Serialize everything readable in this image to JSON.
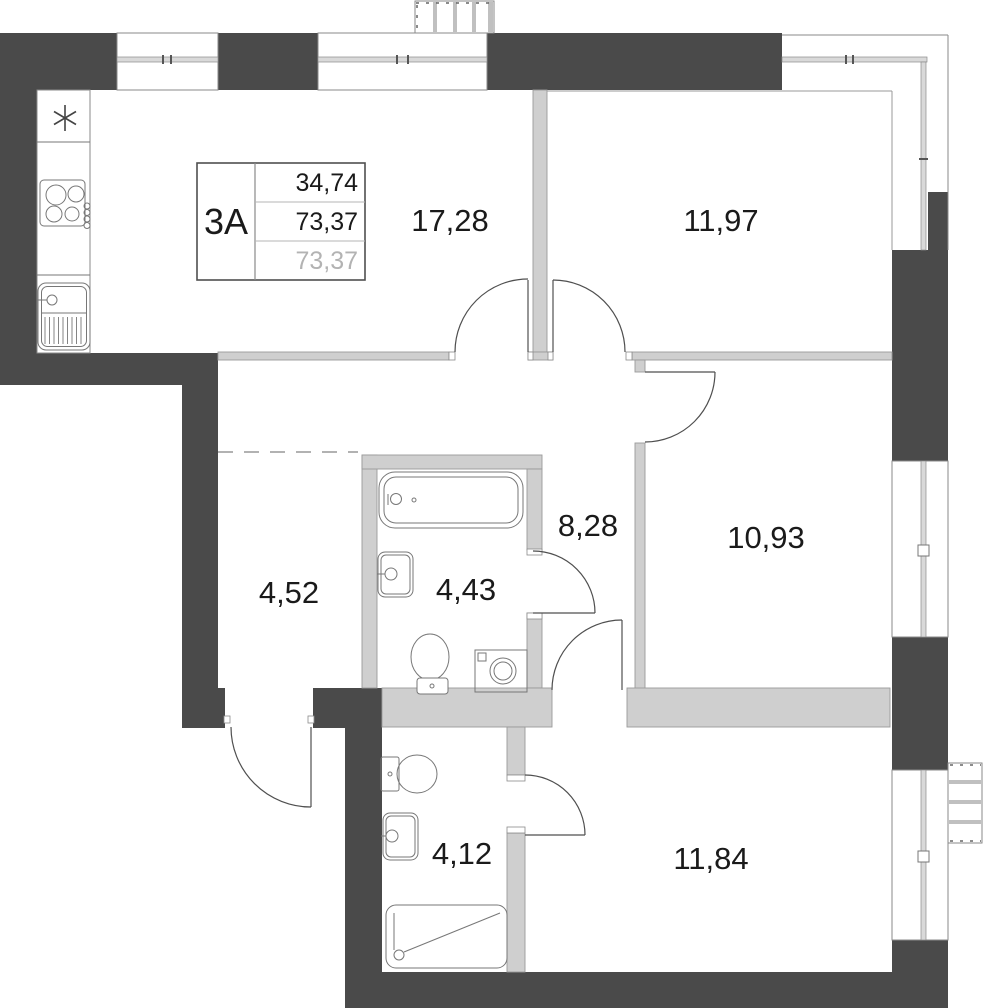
{
  "unit": {
    "code": "3A",
    "living_area": "34,74",
    "total_area": "73,37",
    "total_area_reduced": "73,37"
  },
  "rooms": {
    "living_kitchen": "17,28",
    "bedroom_top": "11,97",
    "hallway": "8,28",
    "bedroom_middle": "10,93",
    "corridor": "4,52",
    "bathroom": "4,43",
    "wc": "4,12",
    "bedroom_bottom": "11,84"
  },
  "colors": {
    "wall_dark": "#4a4a4a",
    "wall_light": "#cfcfcf",
    "glazing": "#d9d9d9",
    "muted_text": "#b3b3b3",
    "label_text": "#1a1a1a"
  }
}
